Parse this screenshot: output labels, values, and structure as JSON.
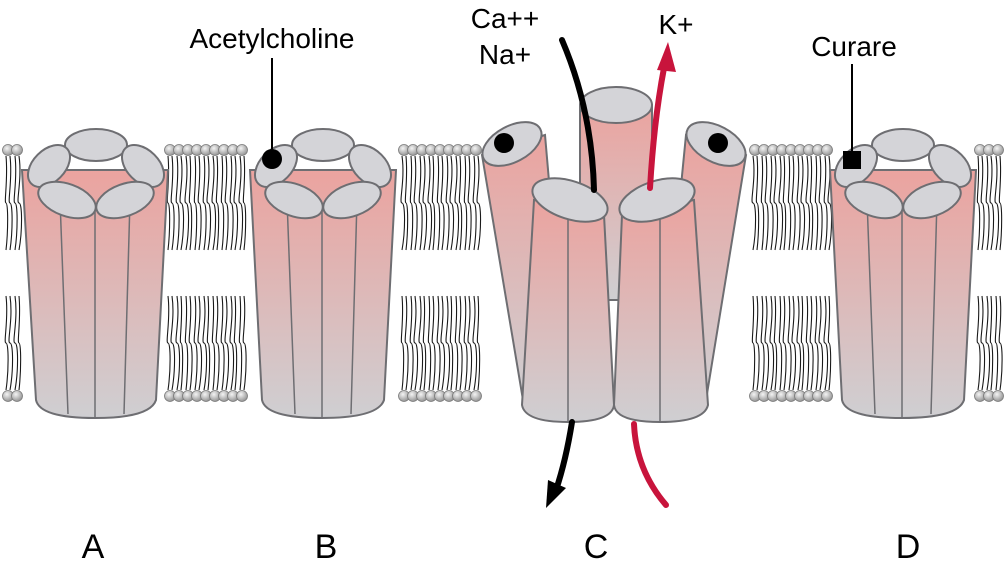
{
  "labels": {
    "acetylcholine": "Acetylcholine",
    "calcium": "Ca++",
    "sodium": "Na+",
    "potassium": "K+",
    "curare": "Curare"
  },
  "panels": [
    "A",
    "B",
    "C",
    "D"
  ],
  "colors": {
    "channel_top": "#e8a6a2",
    "channel_bottom": "#cfcfd2",
    "cap": "#d4d4d8",
    "outline": "#6e6e72",
    "potassium_arrow": "#c8143c",
    "cation_arrow": "#000000",
    "lipid_head": "#b8b8b8"
  }
}
